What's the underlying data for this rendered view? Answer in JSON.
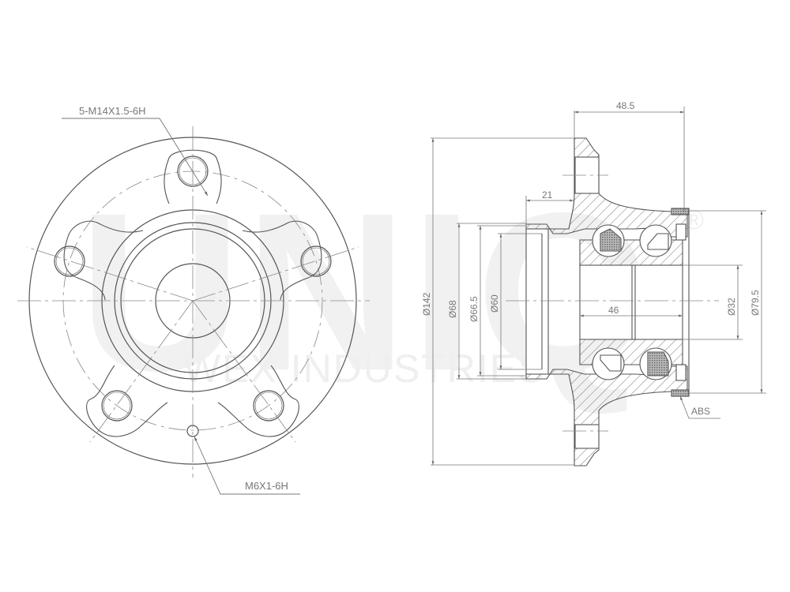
{
  "watermark": {
    "brand": "UNIQ",
    "subtitle": "WEX INDUSTRIES",
    "registered": "®"
  },
  "front_view": {
    "bolt_thread_callout": "5-M14X1.5-6H",
    "screw_thread_callout": "M6X1-6H",
    "bolt_hole_count": 5
  },
  "section_view": {
    "dimensions": {
      "overall_width": "48.5",
      "pilot_depth": "21",
      "bearing_width": "46",
      "flange_diameter": "Ø142",
      "pilot_diameter_outer": "Ø68",
      "pilot_diameter_mid": "Ø66.5",
      "pilot_diameter_inner": "Ø60",
      "bore_diameter": "Ø32",
      "bearing_outer_diameter": "Ø79.5"
    },
    "abs_label": "ABS"
  },
  "colors": {
    "line": "#555555",
    "thin_line": "#888888",
    "watermark": "#f1f1f1",
    "hatch": "#666666"
  }
}
